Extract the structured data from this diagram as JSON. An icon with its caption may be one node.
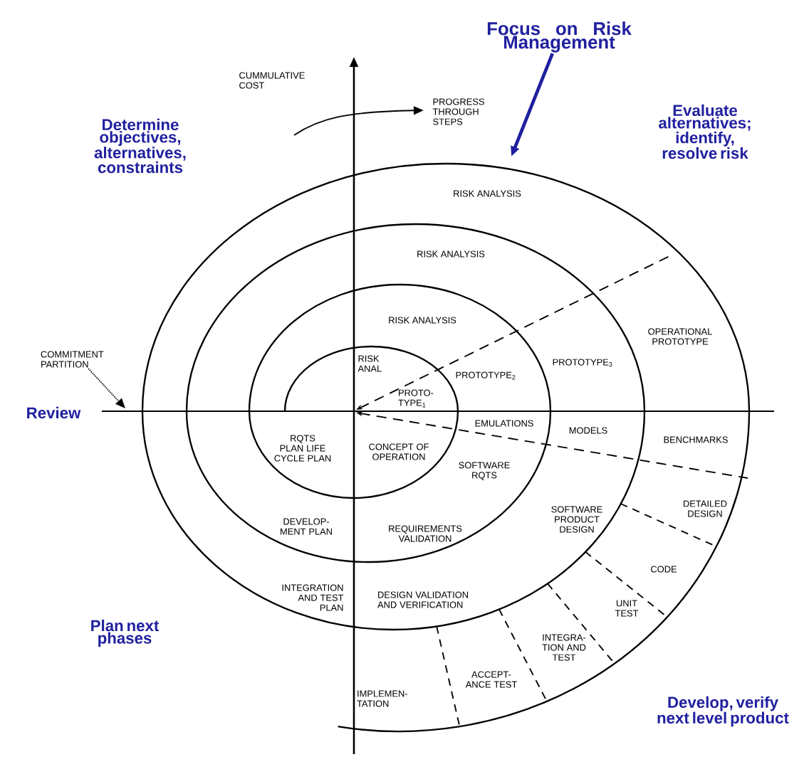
{
  "diagram": {
    "nodes": [
      {
        "text": [
          "Focus on Risk Management"
        ]
      },
      {
        "text": [
          "COMMITMENT PARTITION"
        ]
      }
    ],
    "edges": [
      {
        "from": 0,
        "to": null,
        "arrow": "to",
        "style": "thick",
        "color": "#1f1fa0"
      },
      {
        "from": 1,
        "to": null,
        "arrow": "to",
        "style": "dashed",
        "color": "#000000"
      }
    ],
    "labels": [
      "CUMMULATIVE COST",
      "PROGRESS THROUGH STEPS",
      "Determine objectives, alternatives, constraints",
      "Evaluate alternatives; identify, resolve risk",
      "RISK ANALYSIS",
      "RISK ANALYSIS",
      "RISK ANALYSIS",
      "OPERATIONAL PROTOTYPE",
      "RISK ANAL",
      "PROTO- TYPE$_{1}$",
      "PROTOTYPE$_{2}$",
      "PROTOTYPE$_{3}$",
      "Review",
      "RQTS PLAN LIFE CYCLE PLAN",
      "CONCEPT OF OPERATION",
      "EMULATIONS",
      "MODELS",
      "BENCHMARKS",
      "SOFTWARE RQTS",
      "SOFTWARE PRODUCT DESIGN",
      "DETAILED DESIGN",
      "DEVELOP- MENT PLAN",
      "REQUIREMENTS VALIDATION",
      "CODE",
      "INTEGRATION AND TEST PLAN",
      "DESIGN VALIDATION AND VERIFICATION",
      "UNIT TEST",
      "Plan next phases",
      "INTEGRA- TION AND TEST",
      "ACCEPT- ANCE TEST",
      "IMPLEMEN- TATION",
      "Develop, verify next level product"
    ]
  }
}
